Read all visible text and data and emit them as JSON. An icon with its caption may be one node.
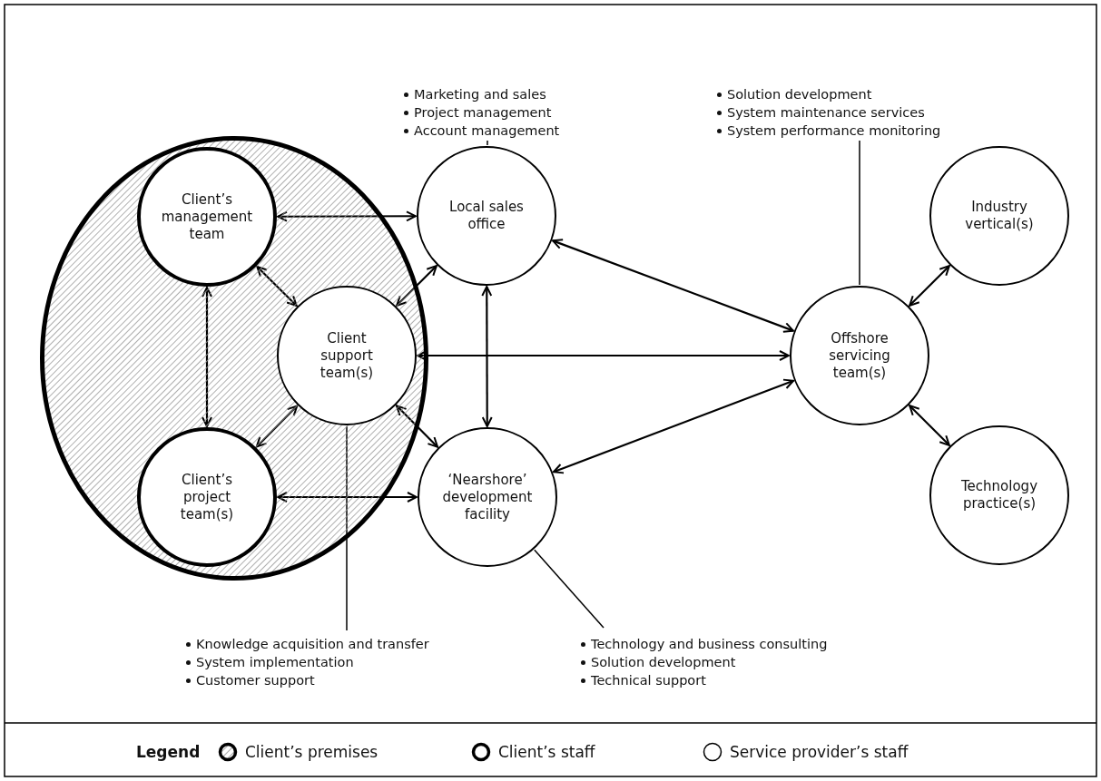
{
  "diagram": {
    "nodes": [
      {
        "text": [],
        "shape": "ellipse"
      },
      {
        "text": [
          "Client’s management team"
        ],
        "in": 0
      },
      {
        "text": [
          "Client’s project team(s)"
        ],
        "in": 0
      },
      {
        "text": [
          "Local sales office"
        ]
      },
      {
        "text": [
          "Client support team(s)"
        ],
        "in": 0
      },
      {
        "text": [
          "‘Nearshore’ development facility"
        ]
      },
      {
        "text": [
          "Offshore servicing team(s)"
        ]
      },
      {
        "text": [
          "Industry vertical(s)"
        ]
      },
      {
        "text": [
          "Technology practice(s)"
        ]
      },
      {
        "text": [
          "Marketing and sales",
          "Project management",
          "Account management"
        ]
      },
      {
        "text": [
          "Solution development",
          "System maintenance services",
          "System performance monitoring"
        ]
      },
      {
        "text": [
          "Knowledge acquisition and transfer",
          "System implementation",
          "Customer support"
        ]
      },
      {
        "text": [
          "Technology and business consulting",
          "Solution development",
          "Technical support"
        ]
      }
    ],
    "edges": [
      {
        "from": 1,
        "to": 3,
        "arrow": "both"
      },
      {
        "from": 1,
        "to": 4,
        "arrow": "both"
      },
      {
        "from": 1,
        "to": 2,
        "arrow": "both"
      },
      {
        "from": 4,
        "to": 3,
        "arrow": "both"
      },
      {
        "from": 3,
        "to": 5,
        "arrow": "both"
      },
      {
        "from": 3,
        "to": 6,
        "arrow": "both"
      },
      {
        "from": 4,
        "to": 6,
        "arrow": "both"
      },
      {
        "from": 4,
        "to": 2,
        "arrow": "both"
      },
      {
        "from": 4,
        "to": 5,
        "arrow": "both"
      },
      {
        "from": 2,
        "to": 5,
        "arrow": "both"
      },
      {
        "from": 5,
        "to": 6,
        "arrow": "both"
      },
      {
        "from": 6,
        "to": 7,
        "arrow": "both"
      },
      {
        "from": 6,
        "to": 8,
        "arrow": "both"
      },
      {
        "from": 9,
        "to": 3,
        "arrow": "none"
      },
      {
        "from": 10,
        "to": 6,
        "arrow": "none"
      },
      {
        "from": 11,
        "to": 4,
        "arrow": "none"
      },
      {
        "from": 12,
        "to": 5,
        "arrow": "none"
      }
    ],
    "labels": [
      "Legend"
    ],
    "legend": [
      {
        "text": "Client’s premises"
      },
      {
        "text": "Client’s staff"
      },
      {
        "text": "Service provider’s staff"
      }
    ]
  }
}
